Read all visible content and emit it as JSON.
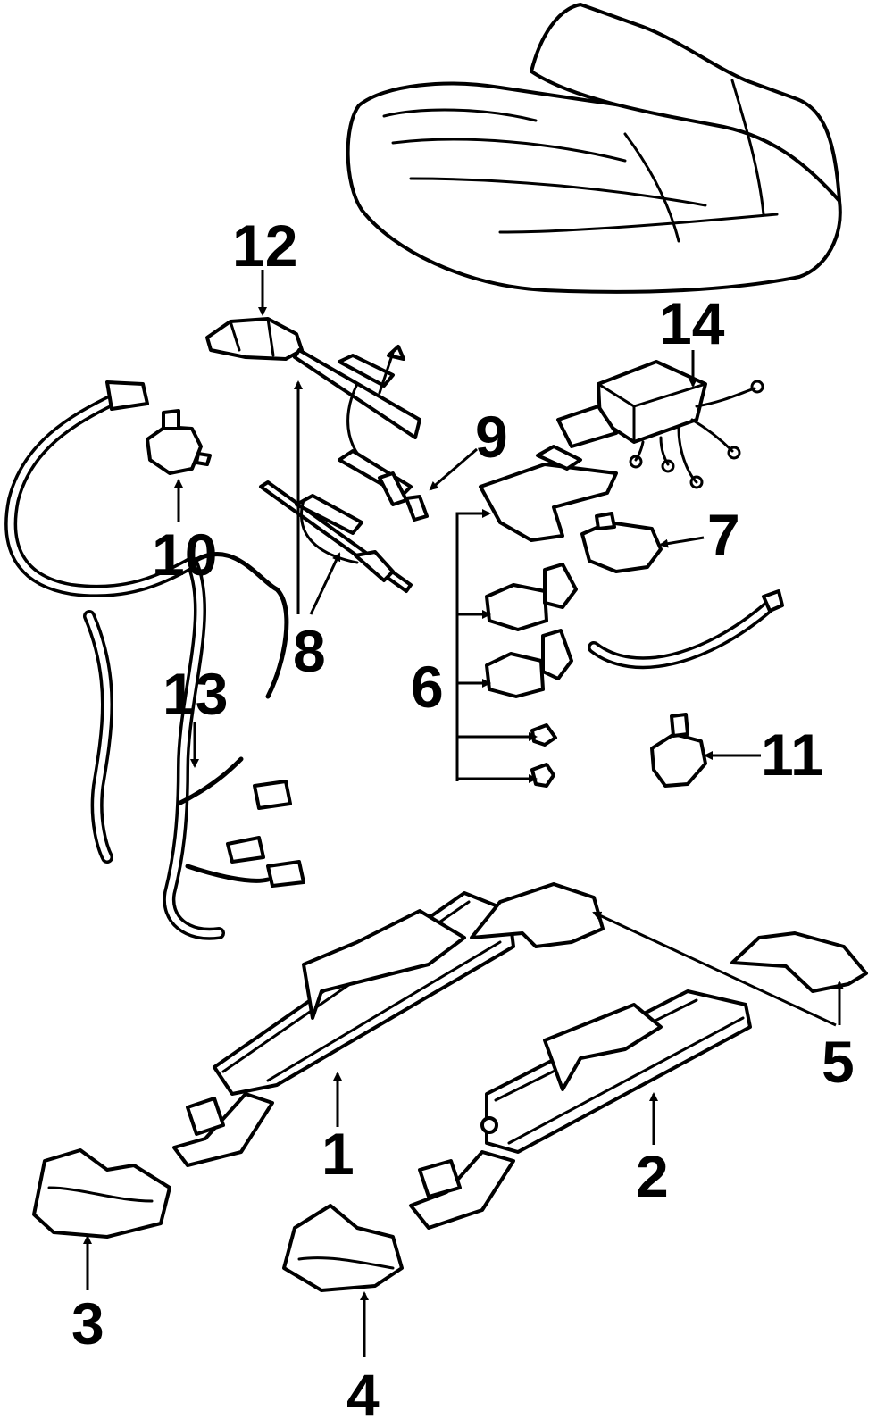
{
  "colors": {
    "ink": "#000000",
    "paper": "#ffffff"
  },
  "callouts": {
    "c1": "1",
    "c2": "2",
    "c3": "3",
    "c4": "4",
    "c5": "5",
    "c6": "6",
    "c7": "7",
    "c8": "8",
    "c9": "9",
    "c10": "10",
    "c11": "11",
    "c12": "12",
    "c13": "13",
    "c14": "14"
  }
}
